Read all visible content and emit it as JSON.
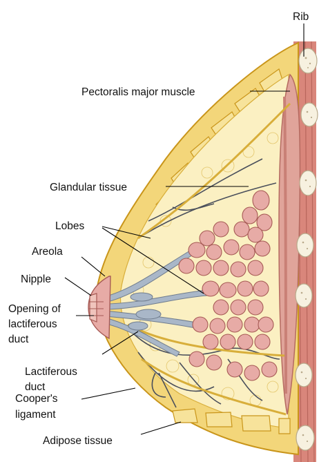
{
  "labels": {
    "rib": "Rib",
    "pectoralis": "Pectoralis major muscle",
    "glandular": "Glandular tissue",
    "lobes": "Lobes",
    "areola": "Areola",
    "nipple": "Nipple",
    "opening_line1": "Opening of",
    "opening_line2": "lactiferous",
    "opening_line3": "duct",
    "lactiferous_line1": "Lactiferous",
    "lactiferous_line2": "duct",
    "cooper_line1": "Cooper's",
    "cooper_line2": "ligament",
    "adipose": "Adipose tissue"
  },
  "colors": {
    "skin_outline": "#d6a31b",
    "skin_fill": "#f3d67a",
    "fat_fill": "#fbf0c2",
    "fat_cell": "#fff8dc",
    "muscle": "#c98076",
    "muscle_light": "#e0a49a",
    "rib_fill": "#f7f1e0",
    "lobe_fill": "#e7aba6",
    "lobe_stroke": "#a65a55",
    "duct_fill": "#a9b7c8",
    "ligament": "#4a4f5b",
    "leader": "#000000"
  }
}
